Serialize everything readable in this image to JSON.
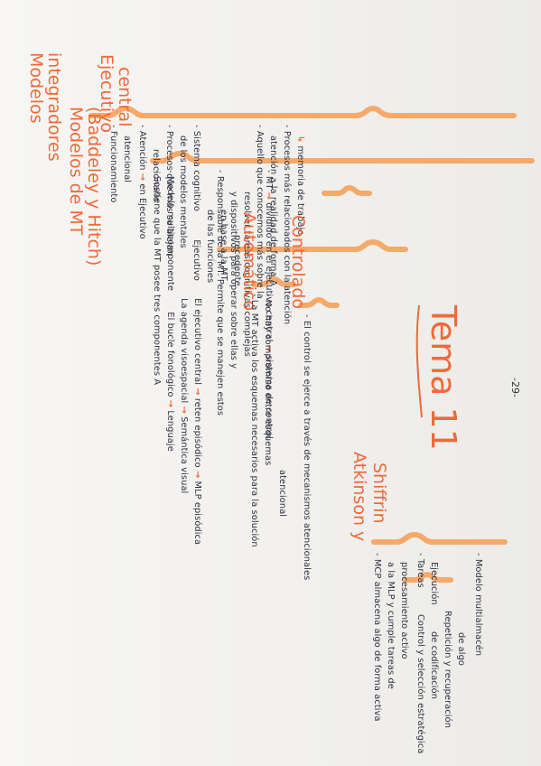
{
  "page_number": "-29-",
  "tema": "Tema 11",
  "sections": {
    "modelos_integradores": {
      "title": [
        "Modelos",
        "integradores"
      ],
      "lines": [
        [
          "- Atención",
          "en Ejecutivo"
        ],
        [
          "relacionarlo"
        ],
        [
          "- Procesos que más se alejan"
        ],
        [
          "de los modelos mentales"
        ],
        [
          "- Sistema cognitivo",
          "Ejecutivo"
        ],
        [
          "de las funciones"
        ],
        [
          "en base a la MT"
        ],
        [
          "precedente"
        ],
        [
          "- Aquello que conocemos más sobre la"
        ],
        [
          "atención a la realidad de forma A"
        ],
        [
          "- Procesos más relacionados con la atención"
        ],
        [
          "",
          "memoria de trabajo"
        ]
      ]
    },
    "modelos_mt": {
      "title": [
        "Modelos de MT",
        "(Baddeley y Hitch)"
      ],
      "lines": [
        [
          "- Sostiene que la MT posee tres componentes A"
        ],
        [
          "- Modelo multicomponente",
          "El bucle fonológico",
          "Lenguaje"
        ],
        [
          "La agenda visoespacial",
          "Semántica visual"
        ],
        [
          "El ejecutivo central",
          "reten episódico",
          "MLP episódica"
        ],
        [
          "- Responsable de la MT. Permite que se manejen estos"
        ],
        [
          "y dispositivos para operar sobre ellas y"
        ],
        [
          "resolver tareas cognitivas complejas"
        ],
        [
          "- MT",
          "dividido en el ejecutivo central",
          "sistema de control"
        ],
        [
          "atencional"
        ]
      ]
    },
    "atkinson": {
      "title": [
        "Atkinson y",
        "Shiffrin"
      ],
      "lines": [
        [
          "- MCP almacena algo de forma activa"
        ],
        [
          "a la MLP y cumple tareas de"
        ],
        [
          "procesamiento activo"
        ],
        [
          "- Tareas",
          "Control y selección estratégica"
        ],
        [
          "Ejecución",
          "de codificación"
        ],
        [
          "Repetición y recuperación"
        ],
        [
          "de algo"
        ],
        [
          "- Modelo multialmacén"
        ]
      ]
    },
    "ejecutivo_central": {
      "title": [
        "Ejecutivo",
        "central"
      ],
      "lines": [
        [
          "- Funcionamiento"
        ],
        [
          "atencional"
        ]
      ],
      "automatico": {
        "title": "Automático",
        "lines": [
          [
            "- La MT activa los esquemas necesarios para la solución"
          ],
          [
            "- No hay compromiso entre esquemas"
          ]
        ]
      },
      "controlado": {
        "title": "Controlado",
        "lines": [
          [
            "- El control se ejerce a través de mecanismos atencionales"
          ]
        ]
      }
    }
  }
}
